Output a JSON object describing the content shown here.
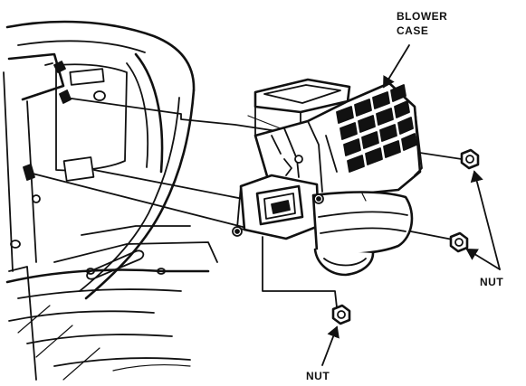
{
  "labels": {
    "blower_case_line1": "BLOWER",
    "blower_case_line2": "CASE",
    "nut_right": "NUT",
    "nut_bottom": "NUT"
  },
  "colors": {
    "ink": "#111111",
    "paper": "#ffffff"
  }
}
